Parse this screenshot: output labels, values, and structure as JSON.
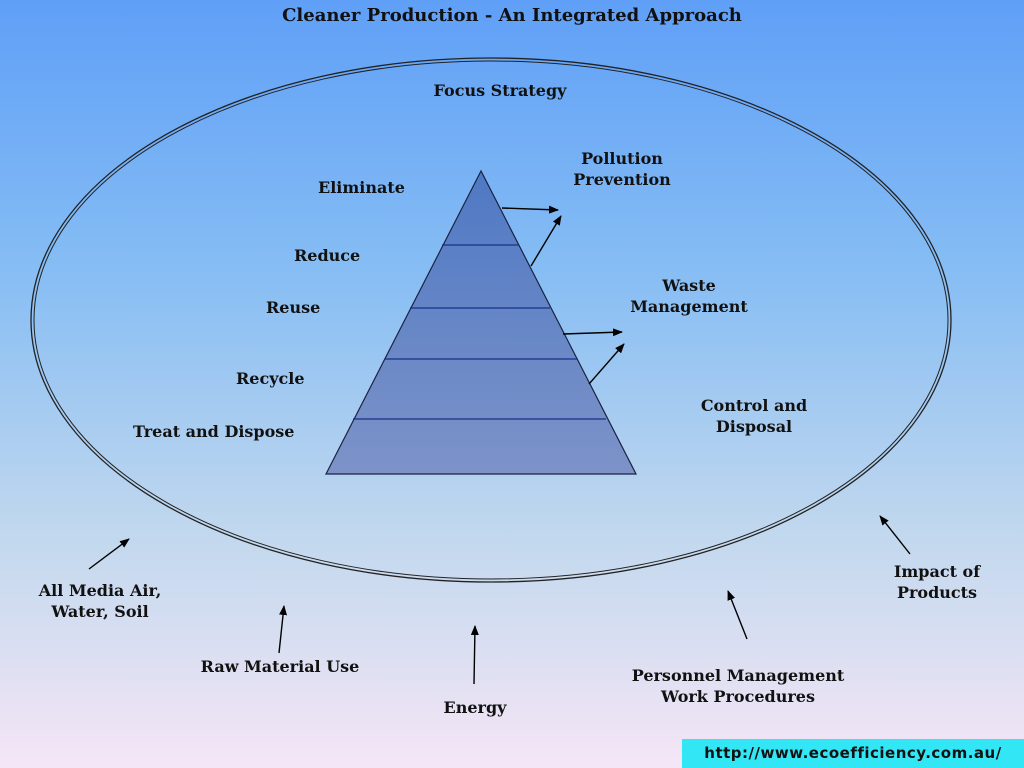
{
  "title": "Cleaner Production - An Integrated Approach",
  "focus_strategy": "Focus Strategy",
  "hierarchy_levels": [
    "Eliminate",
    "Reduce",
    "Reuse",
    "Recycle",
    "Treat and Dispose"
  ],
  "categories": {
    "pollution_prevention": "Pollution\nPrevention",
    "waste_management": "Waste\nManagement",
    "control_and_disposal": "Control and\nDisposal"
  },
  "impacts": {
    "all_media": "All Media Air,\nWater, Soil",
    "raw_material": "Raw Material Use",
    "energy": "Energy",
    "personnel": "Personnel Management\nWork Procedures",
    "products": "Impact of\nProducts"
  },
  "url": "http://www.ecoefficiency.com.au/",
  "colors": {
    "pyramid_fill_top": "#4f79c4",
    "pyramid_fill_bottom": "#7d93c8",
    "pyramid_divider": "#1a2e8a",
    "url_bar": "#33e6f5"
  }
}
